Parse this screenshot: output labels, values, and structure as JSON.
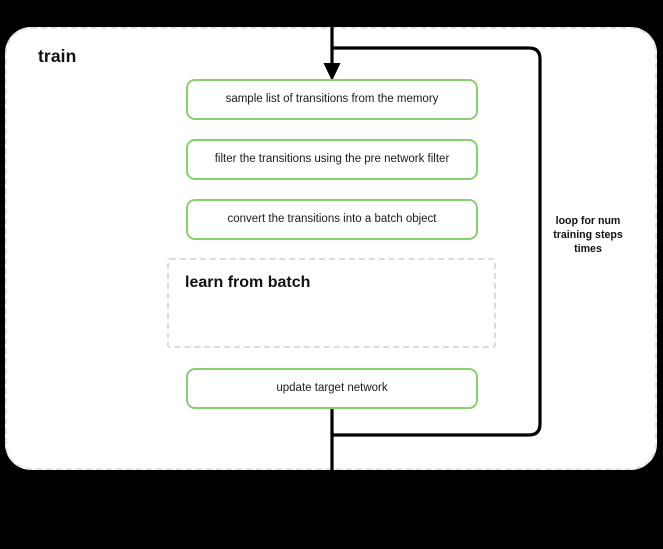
{
  "diagram": {
    "title": "train",
    "background_color": "#000000",
    "panel_fill": "#ffffff",
    "panel_border_color": "#e2e2e2",
    "accent_color": "#8ACE72",
    "flow_line_color": "#000000"
  },
  "steps": [
    {
      "id": "sample",
      "label": "sample list of transitions from the memory"
    },
    {
      "id": "filter",
      "label": "filter the transitions using the pre network filter"
    },
    {
      "id": "convert",
      "label": "convert the transitions into a batch object"
    },
    {
      "id": "update-target",
      "label": "update target network"
    }
  ],
  "learn_block": {
    "title": "learn from batch"
  },
  "loop": {
    "label": "loop for num training steps times"
  },
  "icons": {
    "arrow_down": "arrow-down-icon"
  }
}
